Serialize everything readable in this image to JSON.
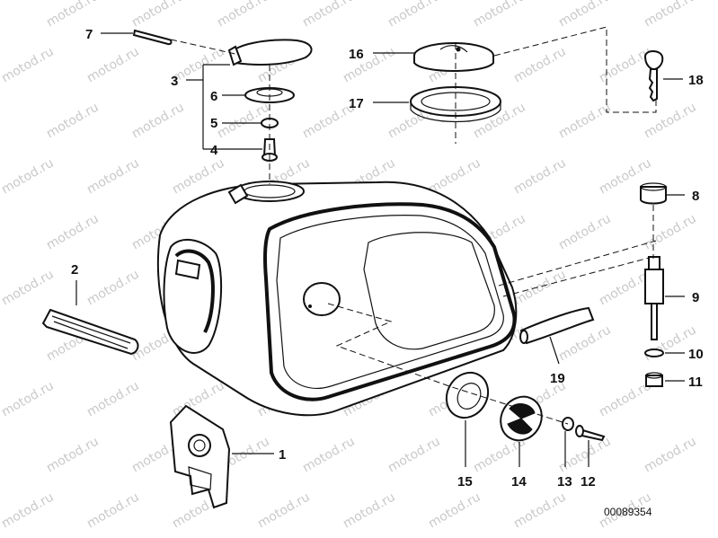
{
  "watermark": "motod.ru",
  "reference_number": "00089354",
  "callouts": [
    "1",
    "2",
    "3",
    "4",
    "5",
    "6",
    "7",
    "8",
    "9",
    "10",
    "11",
    "12",
    "13",
    "14",
    "15",
    "16",
    "17",
    "18",
    "19"
  ]
}
